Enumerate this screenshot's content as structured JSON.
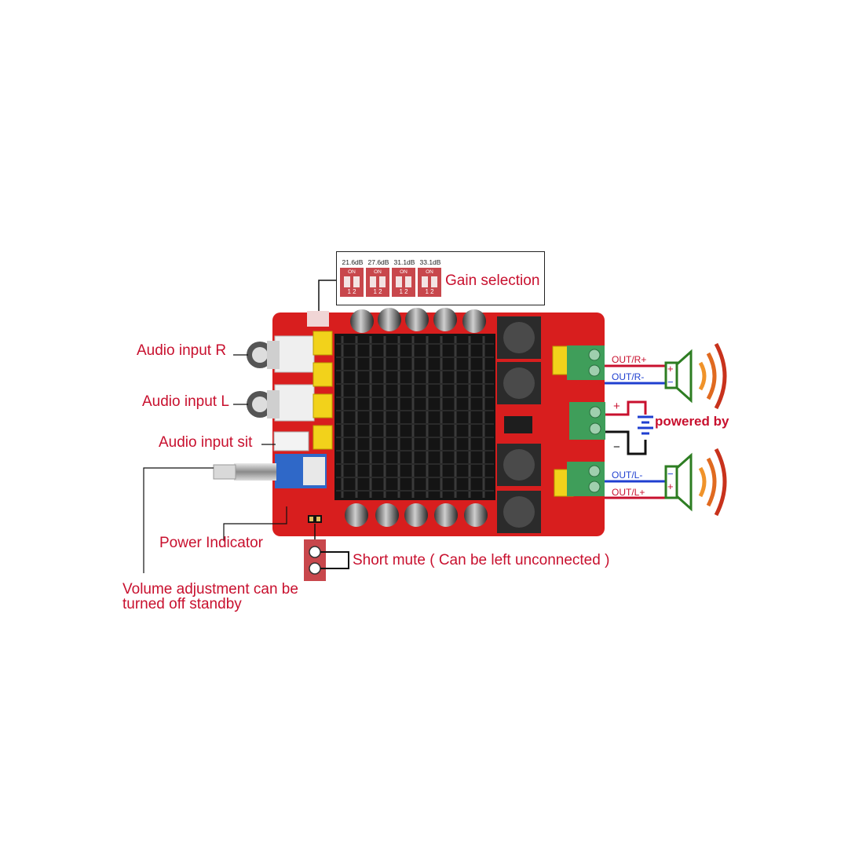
{
  "labels": {
    "audio_input_r": "Audio input R",
    "audio_input_l": "Audio input L",
    "audio_input_sit": "Audio input sit",
    "power_indicator": "Power Indicator",
    "volume_adjustment": "Volume adjustment can be turned off standby",
    "gain_selection": "Gain selection",
    "short_mute": "Short mute ( Can be left unconnected )",
    "powered_by": "powered by"
  },
  "gain_options": [
    {
      "db": "21.6dB",
      "state": "ON",
      "switches": "1 2"
    },
    {
      "db": "27.6dB",
      "state": "ON",
      "switches": "1 2"
    },
    {
      "db": "31.1dB",
      "state": "ON",
      "switches": "1 2"
    },
    {
      "db": "33.1dB",
      "state": "ON",
      "switches": "1 2"
    }
  ],
  "outputs": {
    "r_plus": "OUT/R+",
    "r_minus": "OUT/R-",
    "l_minus": "OUT/L-",
    "l_plus": "OUT/L+"
  },
  "power_terminals": {
    "plus": "+",
    "minus": "−"
  },
  "speaker_polarity": {
    "plus": "+",
    "minus": "−"
  },
  "colors": {
    "label_red": "#c8102e",
    "pcb_red": "#d81e1e",
    "heatsink": "#141414",
    "terminal_green": "#3f9e5a",
    "speaker_green": "#2d7d22",
    "wire_blue": "#1f3fd0"
  }
}
